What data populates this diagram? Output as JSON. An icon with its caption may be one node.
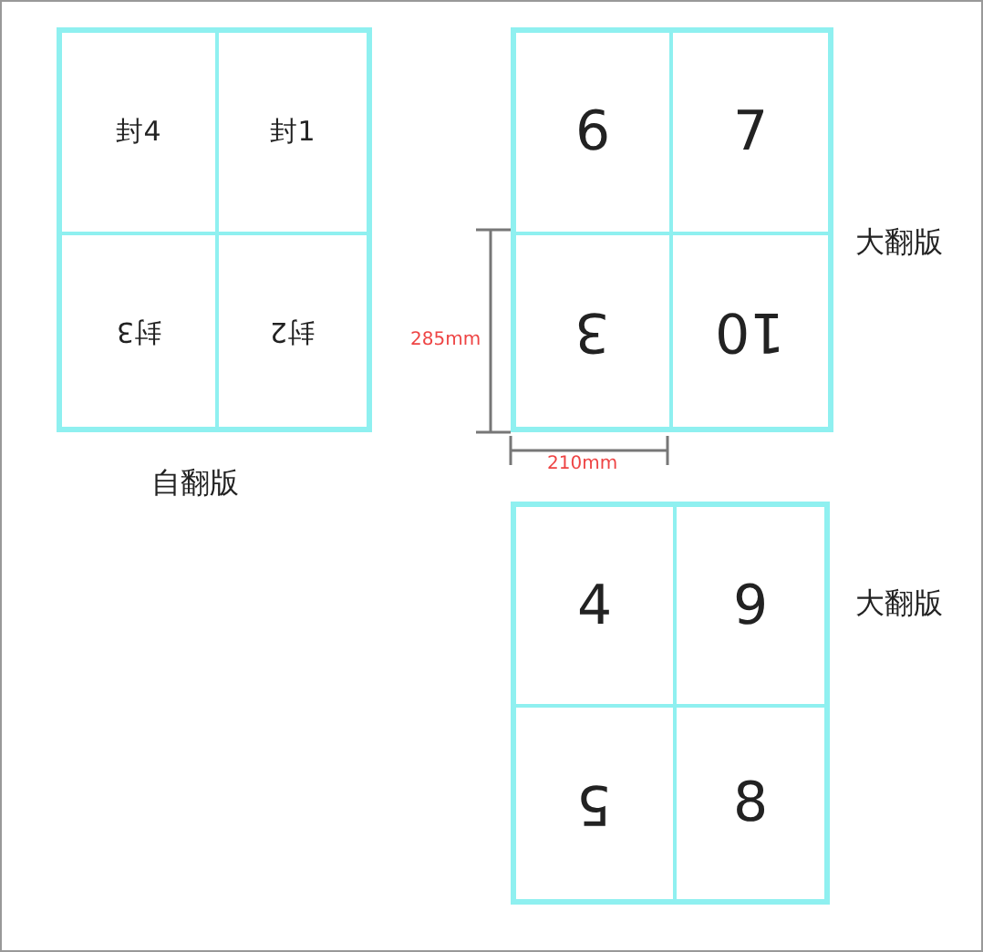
{
  "diagram": {
    "nodes": [
      {
        "text": [],
        "shape": "box",
        "beside": [
          "自翻版"
        ]
      },
      {
        "text": [
          "封4"
        ],
        "in": 0
      },
      {
        "text": [
          "封1"
        ],
        "in": 0
      },
      {
        "text": [
          "封3"
        ],
        "in": 0
      },
      {
        "text": [
          "封2"
        ],
        "in": 0
      },
      {
        "text": [],
        "shape": "box",
        "beside": [
          "大翻版"
        ]
      },
      {
        "text": [
          "6"
        ],
        "in": 5
      },
      {
        "text": [
          "7"
        ],
        "in": 5
      },
      {
        "text": [
          "3"
        ],
        "in": 5
      },
      {
        "text": [
          "10"
        ],
        "in": 5
      },
      {
        "text": [],
        "shape": "box",
        "beside": [
          "大翻版"
        ]
      },
      {
        "text": [
          "4"
        ],
        "in": 10
      },
      {
        "text": [
          "9"
        ],
        "in": 10
      },
      {
        "text": [
          "5"
        ],
        "in": 10
      },
      {
        "text": [
          "8"
        ],
        "in": 10
      }
    ],
    "edges": [],
    "labels": [
      "285mm",
      "210mm"
    ]
  }
}
